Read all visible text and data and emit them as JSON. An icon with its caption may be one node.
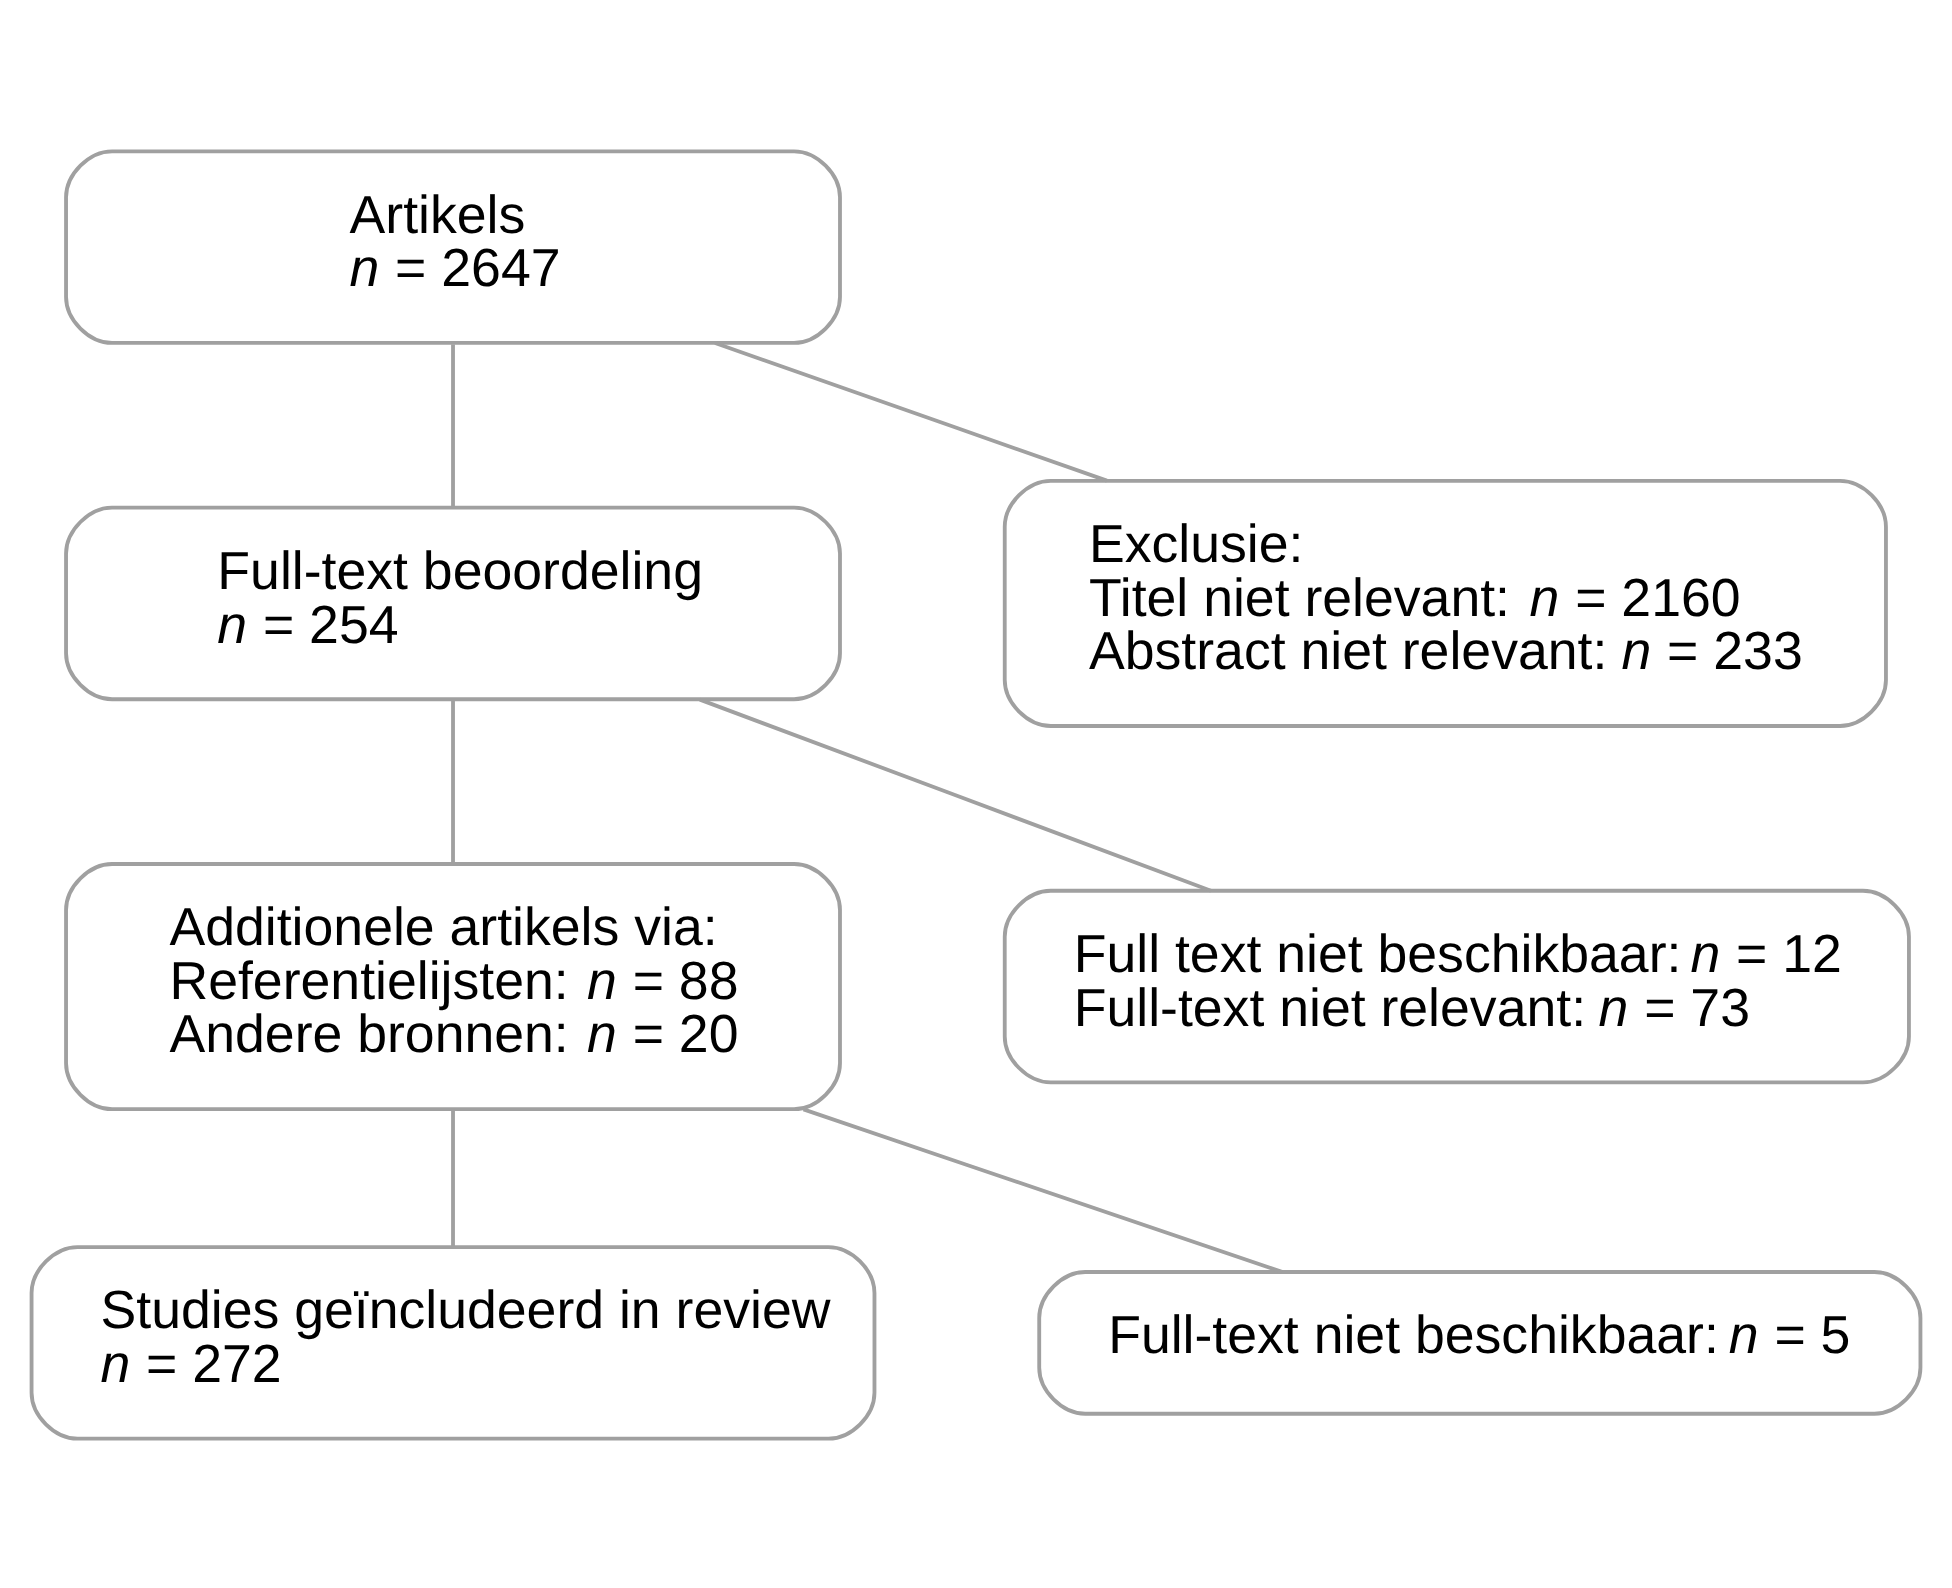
{
  "diagram": {
    "nodes": [
      {
        "text": [
          "Artikels",
          "*n* = 2647"
        ]
      },
      {
        "text": [
          "Exclusie:",
          "Titel niet relevant: *n* = 2160",
          "Abstract niet relevant: *n* = 233"
        ]
      },
      {
        "text": [
          "Full-text beoordeling",
          "*n* = 254"
        ]
      },
      {
        "text": [
          "Full text niet beschikbaar: *n* = 12",
          "Full-text niet relevant: *n* = 73"
        ]
      },
      {
        "text": [
          "Additionele artikels via:",
          "Referentielijsten: *n* = 88",
          "Andere bronnen: *n* = 20"
        ]
      },
      {
        "text": [
          "Full-text niet beschikbaar: *n* = 5"
        ]
      },
      {
        "text": [
          "Studies geïncludeerd in review",
          "*n* = 272"
        ]
      }
    ],
    "edges": [
      {
        "from": 0,
        "to": 2,
        "arrow": "none"
      },
      {
        "from": 0,
        "to": 1,
        "arrow": "none"
      },
      {
        "from": 2,
        "to": 4,
        "arrow": "none"
      },
      {
        "from": 2,
        "to": 3,
        "arrow": "none"
      },
      {
        "from": 4,
        "to": 6,
        "arrow": "none"
      },
      {
        "from": 4,
        "to": 5,
        "arrow": "none"
      }
    ]
  }
}
